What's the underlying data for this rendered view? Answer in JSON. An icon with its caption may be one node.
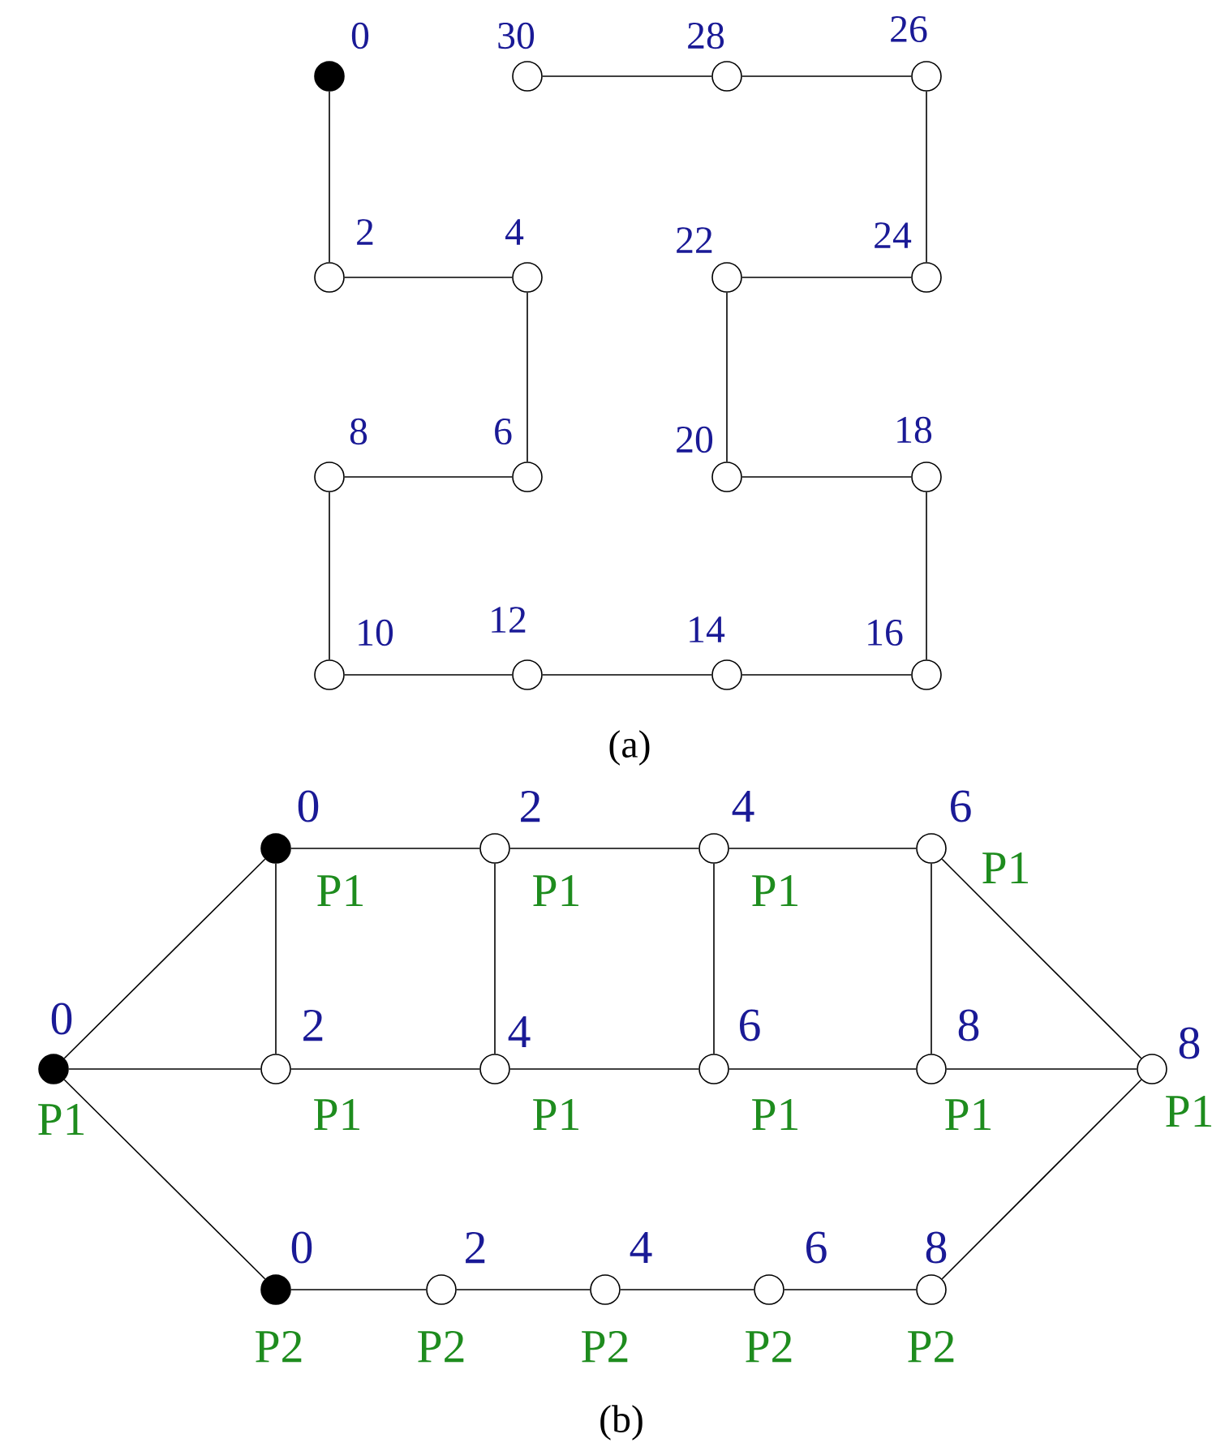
{
  "diagram": {
    "nodes": [
      {
        "text": [],
        "shape": "dot",
        "beside": [
          "0"
        ]
      },
      {
        "text": [],
        "shape": "circle",
        "beside": [
          "30"
        ]
      },
      {
        "text": [],
        "shape": "circle",
        "beside": [
          "28"
        ]
      },
      {
        "text": [],
        "shape": "circle",
        "beside": [
          "26"
        ]
      },
      {
        "text": [],
        "shape": "circle",
        "beside": [
          "2"
        ]
      },
      {
        "text": [],
        "shape": "circle",
        "beside": [
          "4"
        ]
      },
      {
        "text": [],
        "shape": "circle",
        "beside": [
          "22"
        ]
      },
      {
        "text": [],
        "shape": "circle",
        "beside": [
          "24"
        ]
      },
      {
        "text": [],
        "shape": "circle",
        "beside": [
          "8"
        ]
      },
      {
        "text": [],
        "shape": "circle",
        "beside": [
          "6"
        ]
      },
      {
        "text": [],
        "shape": "circle",
        "beside": [
          "20"
        ]
      },
      {
        "text": [],
        "shape": "circle",
        "beside": [
          "18"
        ]
      },
      {
        "text": [],
        "shape": "circle",
        "beside": [
          "10"
        ]
      },
      {
        "text": [],
        "shape": "circle",
        "beside": [
          "12"
        ]
      },
      {
        "text": [],
        "shape": "circle",
        "beside": [
          "14"
        ]
      },
      {
        "text": [],
        "shape": "circle",
        "beside": [
          "16"
        ]
      },
      {
        "text": [],
        "shape": "dot",
        "beside": [
          "0",
          "P1"
        ]
      },
      {
        "text": [],
        "shape": "circle",
        "beside": [
          "2",
          "P1"
        ]
      },
      {
        "text": [],
        "shape": "circle",
        "beside": [
          "4",
          "P1"
        ]
      },
      {
        "text": [],
        "shape": "circle",
        "beside": [
          "6",
          "P1"
        ]
      },
      {
        "text": [],
        "shape": "dot",
        "beside": [
          "0",
          "P1"
        ]
      },
      {
        "text": [],
        "shape": "circle",
        "beside": [
          "2",
          "P1"
        ]
      },
      {
        "text": [],
        "shape": "circle",
        "beside": [
          "4",
          "P1"
        ]
      },
      {
        "text": [],
        "shape": "circle",
        "beside": [
          "6",
          "P1"
        ]
      },
      {
        "text": [],
        "shape": "circle",
        "beside": [
          "8",
          "P1"
        ]
      },
      {
        "text": [],
        "shape": "circle",
        "beside": [
          "8",
          "P1"
        ]
      },
      {
        "text": [],
        "shape": "dot",
        "beside": [
          "0",
          "P2"
        ]
      },
      {
        "text": [],
        "shape": "circle",
        "beside": [
          "2",
          "P2"
        ]
      },
      {
        "text": [],
        "shape": "circle",
        "beside": [
          "4",
          "P2"
        ]
      },
      {
        "text": [],
        "shape": "circle",
        "beside": [
          "6",
          "P2"
        ]
      },
      {
        "text": [],
        "shape": "circle",
        "beside": [
          "8",
          "P2"
        ]
      }
    ],
    "edges": [
      {
        "from": 0,
        "to": 4,
        "arrow": "none"
      },
      {
        "from": 4,
        "to": 5,
        "arrow": "none"
      },
      {
        "from": 5,
        "to": 9,
        "arrow": "none"
      },
      {
        "from": 9,
        "to": 8,
        "arrow": "none"
      },
      {
        "from": 8,
        "to": 12,
        "arrow": "none"
      },
      {
        "from": 12,
        "to": 13,
        "arrow": "none"
      },
      {
        "from": 13,
        "to": 14,
        "arrow": "none"
      },
      {
        "from": 14,
        "to": 15,
        "arrow": "none"
      },
      {
        "from": 15,
        "to": 11,
        "arrow": "none"
      },
      {
        "from": 11,
        "to": 10,
        "arrow": "none"
      },
      {
        "from": 10,
        "to": 6,
        "arrow": "none"
      },
      {
        "from": 6,
        "to": 7,
        "arrow": "none"
      },
      {
        "from": 7,
        "to": 3,
        "arrow": "none"
      },
      {
        "from": 3,
        "to": 2,
        "arrow": "none"
      },
      {
        "from": 2,
        "to": 1,
        "arrow": "none"
      },
      {
        "from": 20,
        "to": 16,
        "arrow": "none"
      },
      {
        "from": 20,
        "to": 21,
        "arrow": "none"
      },
      {
        "from": 20,
        "to": 26,
        "arrow": "none"
      },
      {
        "from": 16,
        "to": 17,
        "arrow": "none"
      },
      {
        "from": 17,
        "to": 18,
        "arrow": "none"
      },
      {
        "from": 18,
        "to": 19,
        "arrow": "none"
      },
      {
        "from": 16,
        "to": 21,
        "arrow": "none"
      },
      {
        "from": 17,
        "to": 22,
        "arrow": "none"
      },
      {
        "from": 18,
        "to": 23,
        "arrow": "none"
      },
      {
        "from": 19,
        "to": 24,
        "arrow": "none"
      },
      {
        "from": 21,
        "to": 22,
        "arrow": "none"
      },
      {
        "from": 22,
        "to": 23,
        "arrow": "none"
      },
      {
        "from": 23,
        "to": 24,
        "arrow": "none"
      },
      {
        "from": 24,
        "to": 25,
        "arrow": "none"
      },
      {
        "from": 19,
        "to": 25,
        "arrow": "none"
      },
      {
        "from": 26,
        "to": 27,
        "arrow": "none"
      },
      {
        "from": 27,
        "to": 28,
        "arrow": "none"
      },
      {
        "from": 28,
        "to": 29,
        "arrow": "none"
      },
      {
        "from": 29,
        "to": 30,
        "arrow": "none"
      },
      {
        "from": 30,
        "to": 25,
        "arrow": "none"
      }
    ],
    "labels": [
      "(a)",
      "(b)"
    ]
  }
}
